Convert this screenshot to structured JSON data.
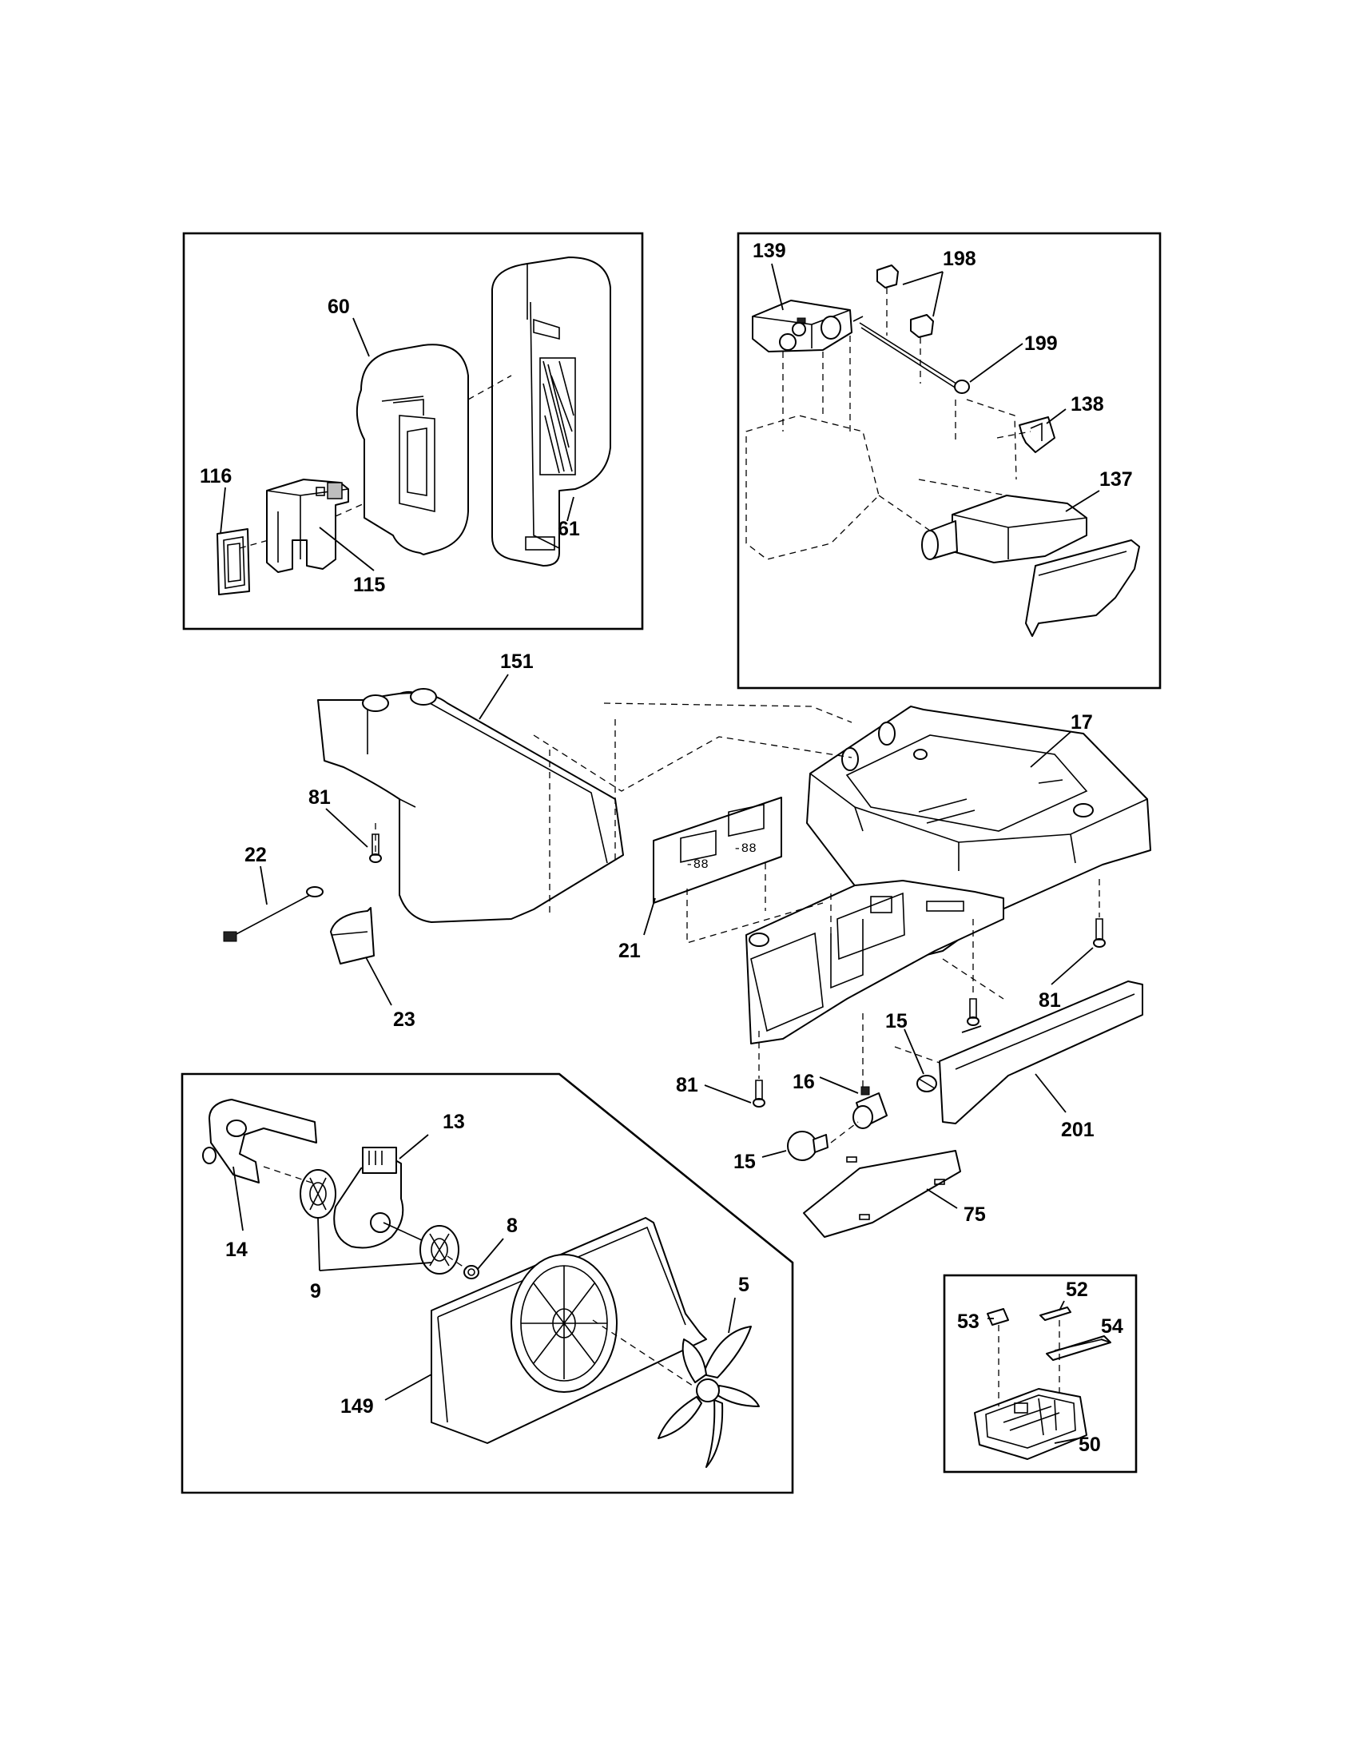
{
  "labels": {
    "p60": "60",
    "p61": "61",
    "p116": "116",
    "p115": "115",
    "p139": "139",
    "p198": "198",
    "p199": "199",
    "p138": "138",
    "p137": "137",
    "p151": "151",
    "p17": "17",
    "p81a": "81",
    "p22": "22",
    "p21": "21",
    "p23": "23",
    "p81b": "81",
    "p81c": "81",
    "p15a": "15",
    "p16": "16",
    "p15b": "15",
    "p201": "201",
    "p75": "75",
    "p13": "13",
    "p14": "14",
    "p8": "8",
    "p9": "9",
    "p5": "5",
    "p149": "149",
    "p52": "52",
    "p53": "53",
    "p54": "54",
    "p50": "50"
  },
  "display_readouts": {
    "left": "-88",
    "right": "-88"
  }
}
